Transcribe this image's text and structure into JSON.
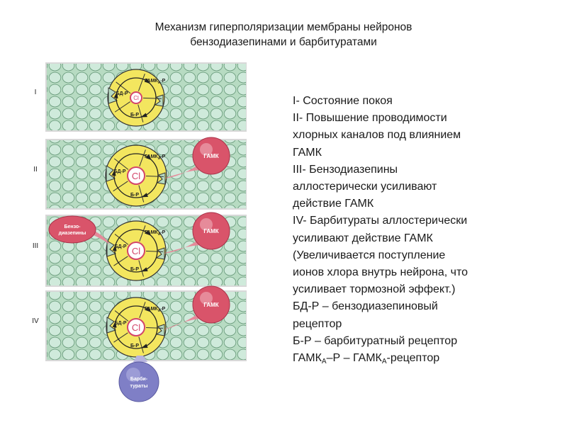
{
  "title": {
    "line1": "Механизм гиперполяризации мембраны нейронов",
    "line2": "бензодиазепинами и барбитуратами"
  },
  "figure": {
    "stage_labels": [
      "I",
      "II",
      "III",
      "IV"
    ],
    "center_label": "Cl",
    "receptor_bdr": "БД-Р",
    "receptor_br": "Б-Р",
    "receptor_gaba_main": "ГАМК",
    "receptor_gaba_sub": "А",
    "receptor_gaba_suffix": "-Р",
    "gaba_label": "ГАМК",
    "benzo_label_1": "Бензо-",
    "benzo_label_2": "диазепины",
    "barb_label_1": "Барби-",
    "barb_label_2": "тураты",
    "colors": {
      "membrane_bg": "#b9dcc4",
      "cell_fill": "#f4ea6a",
      "gaba_fill": "#d9546a",
      "barb_fill": "#7f7fc6"
    }
  },
  "legend": {
    "lines": [
      "I- Состояние покоя",
      "II- Повышение проводимости",
      "хлорных каналов под влиянием",
      "ГАМК",
      "III- Бензодиазепины",
      "аллостерически усиливают",
      "действие ГАМК",
      "IV- Барбитураты аллостерически",
      "усиливают действие ГАМК",
      "(Увеличивается поступление",
      "ионов хлора внутрь нейрона, что",
      "усиливает тормозной эффект.)",
      "БД-Р – бензодиазепиновый",
      "рецептор",
      "Б-Р – барбитуратный рецептор"
    ],
    "last_line": {
      "part1": "ГАМК",
      "sub1": "А",
      "part2": "–Р – ГАМК",
      "sub2": "А",
      "part3": "-рецептор"
    }
  }
}
